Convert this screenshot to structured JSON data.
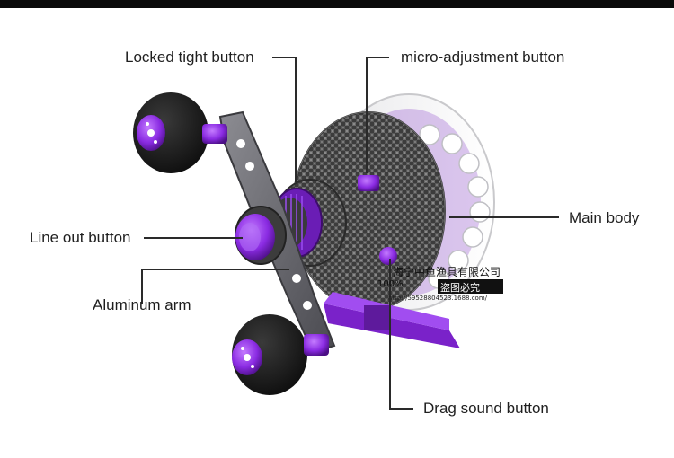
{
  "labels": {
    "locked_tight": "Locked tight button",
    "micro_adjustment": "micro-adjustment button",
    "line_out": "Line out button",
    "main_body": "Main body",
    "aluminum_arm": "Aluminum arm",
    "drag_sound": "Drag sound button"
  },
  "watermark": {
    "company": "海宁中鱼渔具有限公司",
    "prefix": "100%",
    "badge": "盗图必究",
    "url": "http://59528804523.1688.com/"
  },
  "colors": {
    "accent_purple": "#8a2be2",
    "knob_black": "#1a1a1a",
    "arm_gray": "#6e6e72",
    "carbon_dark": "#3a3a3a"
  }
}
